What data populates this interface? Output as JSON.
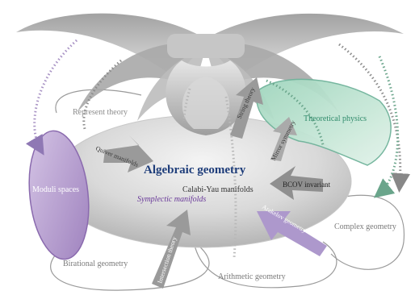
{
  "center_label": "Algebraic geometry",
  "subtopics": {
    "calabi_yau": "Calabi-Yau manifolds",
    "symplectic": "Symplectic manifolds"
  },
  "regions": {
    "moduli": "Moduli spaces",
    "physics": "Theoretical physics",
    "represent": "Represent theory",
    "birational": "Birational geometry",
    "arithmetic": "Arithmetic geometry",
    "complex": "Complex geometry"
  },
  "connections": {
    "quiver": "Quiver manifolds",
    "bcov": "BCOV invariant",
    "arakelov": "Arakelov geometry",
    "string": "String theory",
    "mirror": "Mirror symmetry",
    "intersection": "Intersection theory"
  },
  "colors": {
    "moduli_fill": "#b9a0d0",
    "moduli_stroke": "#8a6aae",
    "physics_fill": "#bfe3d2",
    "physics_stroke": "#6fb39a",
    "center_text": "#1e3d7a",
    "symplectic_text": "#6a3a9a",
    "physics_text": "#2f8a6a",
    "arrow_purple": "#a892c4",
    "arrow_gray": "#8c8c8c"
  }
}
